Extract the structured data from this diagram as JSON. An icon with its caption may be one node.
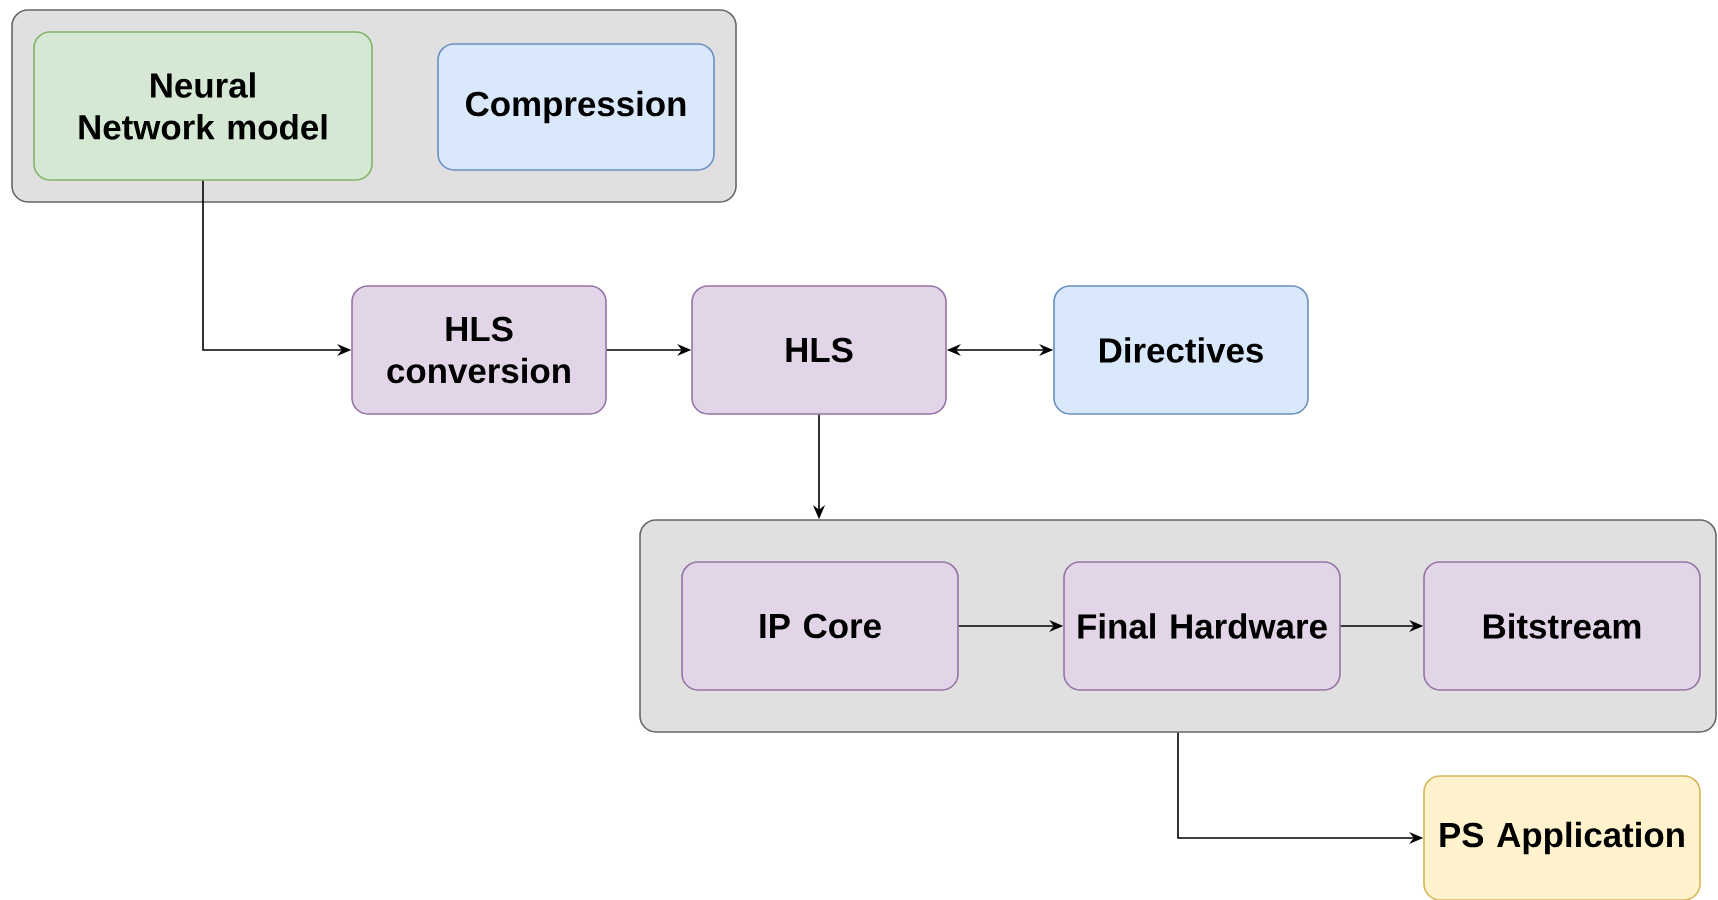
{
  "diagram": {
    "nodes": [
      {
        "text": [],
        "shape": "box"
      },
      {
        "text": [
          "Neural Network model"
        ],
        "in": 0
      },
      {
        "text": [
          "Compression"
        ],
        "in": 0
      },
      {
        "text": [
          "HLS conversion"
        ]
      },
      {
        "text": [
          "HLS"
        ]
      },
      {
        "text": [
          "Directives"
        ]
      },
      {
        "text": [],
        "shape": "box"
      },
      {
        "text": [
          "IP Core"
        ],
        "in": 6
      },
      {
        "text": [
          "Final Hardware"
        ],
        "in": 6
      },
      {
        "text": [
          "Bitstream"
        ],
        "in": 6
      },
      {
        "text": [
          "PS Application"
        ]
      }
    ],
    "edges": [
      {
        "from": 1,
        "to": 3,
        "arrow": "to"
      },
      {
        "from": 3,
        "to": 4,
        "arrow": "to"
      },
      {
        "from": 4,
        "to": 5,
        "arrow": "both"
      },
      {
        "from": 4,
        "to": 6,
        "arrow": "to"
      },
      {
        "from": 7,
        "to": 8,
        "arrow": "to"
      },
      {
        "from": 8,
        "to": 9,
        "arrow": "to"
      },
      {
        "from": 6,
        "to": 10,
        "arrow": "to"
      }
    ]
  }
}
